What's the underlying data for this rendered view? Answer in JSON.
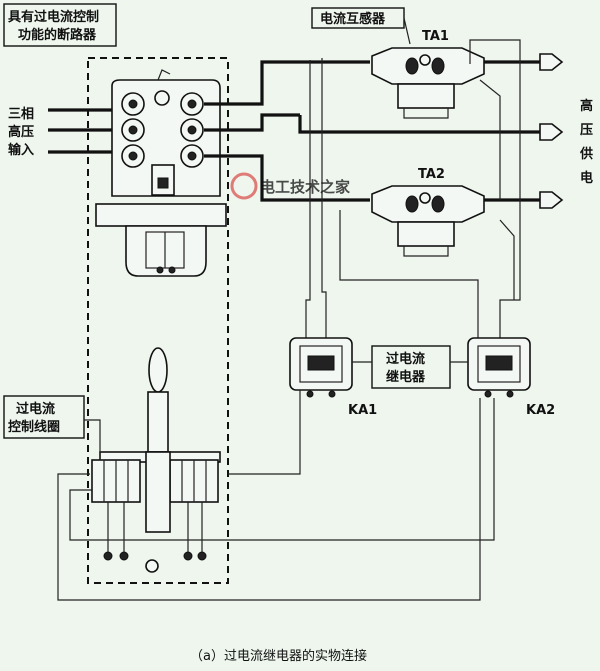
{
  "labels": {
    "breaker_line1": "具有过电流控制",
    "breaker_line2": "功能的断路器",
    "ct_label": "电流互感器",
    "ta1": "TA1",
    "ta2": "TA2",
    "input_1": "三相",
    "input_2": "高压",
    "input_3": "输入",
    "output_1": "高",
    "output_2": "压",
    "output_3": "供",
    "output_4": "电",
    "relay_line1": "过电流",
    "relay_line2": "继电器",
    "ka1": "KA1",
    "ka2": "KA2",
    "coil_line1": "过电流",
    "coil_line2": "控制线圈",
    "caption": "（a）过电流继电器的实物连接"
  },
  "watermark": {
    "text": "电工技术之家",
    "accent_color": "#d9534f"
  }
}
